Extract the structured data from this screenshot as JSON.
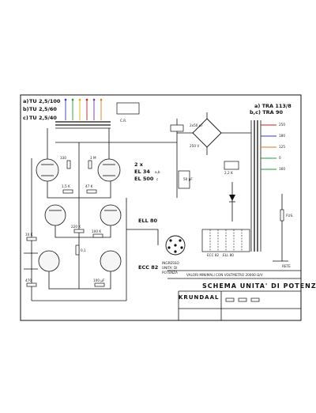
{
  "inputs": {
    "a_label": "a)",
    "a_value": "TU 2,5/100",
    "b_label": "b)",
    "b_value": "TU 2,5/60",
    "c_label": "c)",
    "c_value": "TU 2,5/40"
  },
  "transformers": {
    "tra_a": "a) TRA 113/8",
    "tra_bc": "b,c) TRA 90"
  },
  "tubes": {
    "el34_count": "2 x",
    "el34": "EL 34",
    "el34_sub": "a,b",
    "el500": "EL 500",
    "el500_sub": "c",
    "ell80": "ELL 80",
    "ecc82": "ECC 82",
    "ecc82_bottom": "ECC 82",
    "ell80_bottom": "ELL 80"
  },
  "connector": {
    "label_1": "INGRESSO",
    "label_2": "UNITA' DI",
    "label_3": "POTENZA"
  },
  "title_block": {
    "note": "VALORI MINIMALI CON VOLTMETRO 20000 Ω/V",
    "title": "SCHEMA UNITA' DI POTENZA",
    "brand": "KRUNDAAL",
    "fuse": "FUS.",
    "mains": "RETE",
    "cr_label": "C.R."
  },
  "outputs": {
    "o1": "250",
    "o2": "180",
    "o3": "125",
    "o4": "0",
    "o5": "160"
  },
  "colors": {
    "red": "#cc1f1f",
    "green": "#1f9c3a",
    "blue": "#2a3fbf",
    "yellow": "#d8b400",
    "purple": "#7a2fa3",
    "orange": "#e07a1a"
  },
  "values": {
    "v1": "1,5 K",
    "v2": "47 K",
    "v3": "220 K",
    "v4": "100 K",
    "v5": "0,1",
    "v6": "10 K",
    "v7": "470",
    "v8": "100 μF",
    "v9": "50 μF",
    "v10": "2,2 K",
    "v11": "330",
    "v12": "1 M",
    "v13": "250 V",
    "v14": "2x50 μF"
  }
}
